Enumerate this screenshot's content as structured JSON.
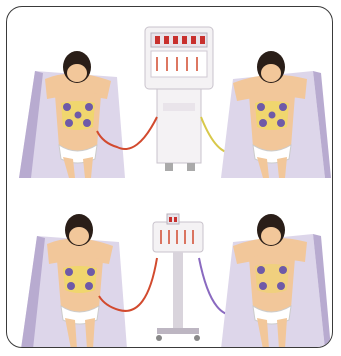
{
  "image": {
    "subject": "illustration",
    "colors": {
      "frame": "#3a3a3a",
      "background": "#ffffff",
      "table": "#ddd6ea",
      "table_shade": "#b8abd0",
      "skin": "#f2c79a",
      "skin_shade": "#d9a271",
      "hair": "#2a1e18",
      "garment": "#ffffff",
      "pad_purple": "#6e5aa8",
      "pad_yellow": "#efe24a",
      "machine_body": "#f4f2f4",
      "machine_panel": "#e9e4ea",
      "knob_red": "#c8302d",
      "cable_purple": "#8a6ac0",
      "cable_red": "#d24a2e",
      "cable_yellow": "#d8c84a"
    },
    "icons": [
      "person-figure",
      "massage-table",
      "electrotherapy-machine",
      "electrode-cable"
    ]
  }
}
